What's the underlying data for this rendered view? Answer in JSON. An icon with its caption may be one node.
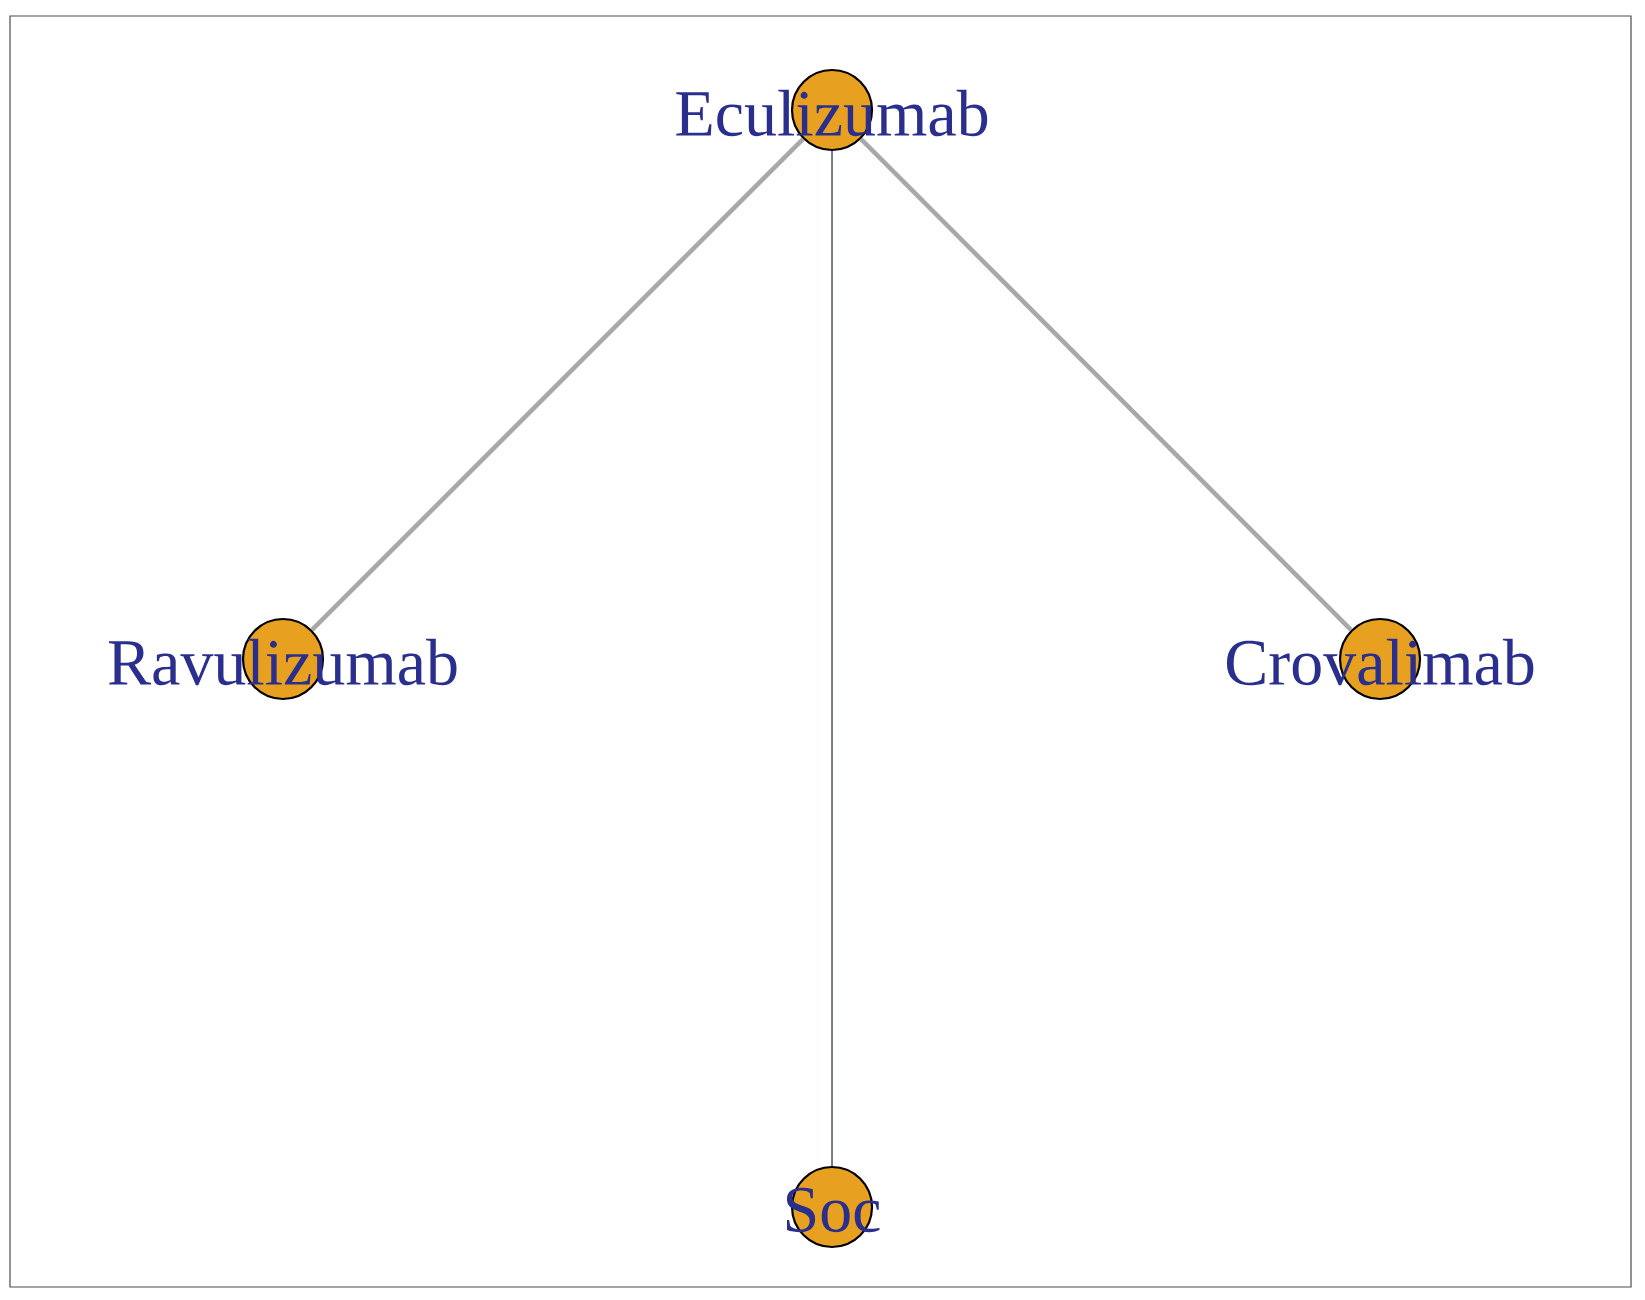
{
  "diagram": {
    "nodes": [
      {
        "text": [
          "Eculizumab"
        ]
      },
      {
        "text": [
          "Ravulizumab"
        ]
      },
      {
        "text": [
          "Crovalimab"
        ]
      },
      {
        "text": [
          "Soc"
        ]
      }
    ],
    "edges": [
      {
        "from": 0,
        "to": 1,
        "arrow": "none"
      },
      {
        "from": 0,
        "to": 2,
        "arrow": "none"
      },
      {
        "from": 0,
        "to": 3,
        "arrow": "none",
        "color": "#4a5560"
      }
    ]
  }
}
